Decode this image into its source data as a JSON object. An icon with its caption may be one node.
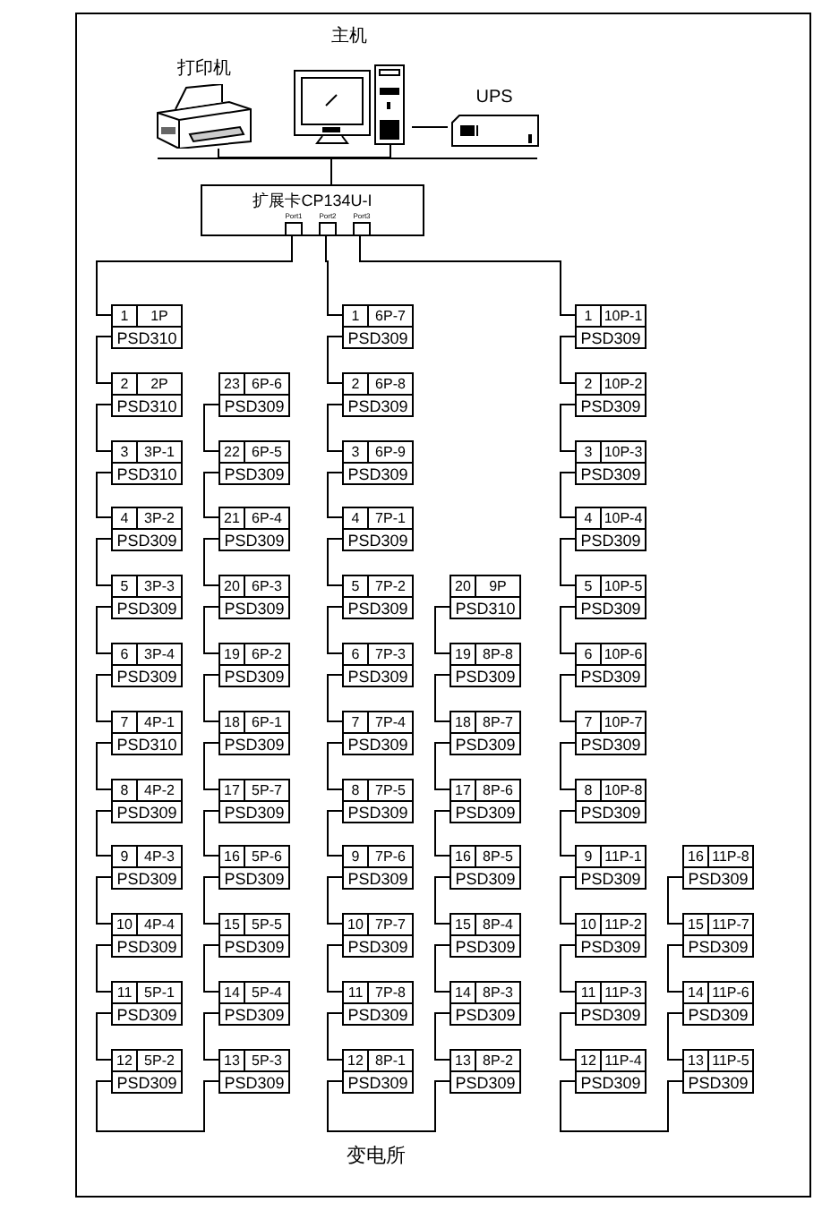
{
  "diagram": {
    "nodes": [
      {
        "text": [
          "打印机"
        ]
      },
      {
        "text": [
          "主机"
        ]
      },
      {
        "text": [
          "UPS"
        ]
      },
      {
        "text": [
          "扩展卡CP134U-I"
        ]
      },
      {
        "text": [
          "Port1"
        ],
        "in": 3
      },
      {
        "text": [
          "Port2"
        ],
        "in": 3
      },
      {
        "text": [
          "Port3"
        ],
        "in": 3
      },
      {
        "text": [
          "1",
          "1P",
          "PSD310"
        ]
      },
      {
        "text": [
          "2",
          "2P",
          "PSD310"
        ]
      },
      {
        "text": [
          "3",
          "3P-1",
          "PSD310"
        ]
      },
      {
        "text": [
          "4",
          "3P-2",
          "PSD309"
        ]
      },
      {
        "text": [
          "5",
          "3P-3",
          "PSD309"
        ]
      },
      {
        "text": [
          "6",
          "3P-4",
          "PSD309"
        ]
      },
      {
        "text": [
          "7",
          "4P-1",
          "PSD310"
        ]
      },
      {
        "text": [
          "8",
          "4P-2",
          "PSD309"
        ]
      },
      {
        "text": [
          "9",
          "4P-3",
          "PSD309"
        ]
      },
      {
        "text": [
          "10",
          "4P-4",
          "PSD309"
        ]
      },
      {
        "text": [
          "11",
          "5P-1",
          "PSD309"
        ]
      },
      {
        "text": [
          "12",
          "5P-2",
          "PSD309"
        ]
      },
      {
        "text": [
          "13",
          "5P-3",
          "PSD309"
        ]
      },
      {
        "text": [
          "14",
          "5P-4",
          "PSD309"
        ]
      },
      {
        "text": [
          "15",
          "5P-5",
          "PSD309"
        ]
      },
      {
        "text": [
          "16",
          "5P-6",
          "PSD309"
        ]
      },
      {
        "text": [
          "17",
          "5P-7",
          "PSD309"
        ]
      },
      {
        "text": [
          "18",
          "6P-1",
          "PSD309"
        ]
      },
      {
        "text": [
          "19",
          "6P-2",
          "PSD309"
        ]
      },
      {
        "text": [
          "20",
          "6P-3",
          "PSD309"
        ]
      },
      {
        "text": [
          "21",
          "6P-4",
          "PSD309"
        ]
      },
      {
        "text": [
          "22",
          "6P-5",
          "PSD309"
        ]
      },
      {
        "text": [
          "23",
          "6P-6",
          "PSD309"
        ]
      },
      {
        "text": [
          "1",
          "6P-7",
          "PSD309"
        ]
      },
      {
        "text": [
          "2",
          "6P-8",
          "PSD309"
        ]
      },
      {
        "text": [
          "3",
          "6P-9",
          "PSD309"
        ]
      },
      {
        "text": [
          "4",
          "7P-1",
          "PSD309"
        ]
      },
      {
        "text": [
          "5",
          "7P-2",
          "PSD309"
        ]
      },
      {
        "text": [
          "6",
          "7P-3",
          "PSD309"
        ]
      },
      {
        "text": [
          "7",
          "7P-4",
          "PSD309"
        ]
      },
      {
        "text": [
          "8",
          "7P-5",
          "PSD309"
        ]
      },
      {
        "text": [
          "9",
          "7P-6",
          "PSD309"
        ]
      },
      {
        "text": [
          "10",
          "7P-7",
          "PSD309"
        ]
      },
      {
        "text": [
          "11",
          "7P-8",
          "PSD309"
        ]
      },
      {
        "text": [
          "12",
          "8P-1",
          "PSD309"
        ]
      },
      {
        "text": [
          "13",
          "8P-2",
          "PSD309"
        ]
      },
      {
        "text": [
          "14",
          "8P-3",
          "PSD309"
        ]
      },
      {
        "text": [
          "15",
          "8P-4",
          "PSD309"
        ]
      },
      {
        "text": [
          "16",
          "8P-5",
          "PSD309"
        ]
      },
      {
        "text": [
          "17",
          "8P-6",
          "PSD309"
        ]
      },
      {
        "text": [
          "18",
          "8P-7",
          "PSD309"
        ]
      },
      {
        "text": [
          "19",
          "8P-8",
          "PSD309"
        ]
      },
      {
        "text": [
          "20",
          "9P",
          "PSD310"
        ]
      },
      {
        "text": [
          "1",
          "10P-1",
          "PSD309"
        ]
      },
      {
        "text": [
          "2",
          "10P-2",
          "PSD309"
        ]
      },
      {
        "text": [
          "3",
          "10P-3",
          "PSD309"
        ]
      },
      {
        "text": [
          "4",
          "10P-4",
          "PSD309"
        ]
      },
      {
        "text": [
          "5",
          "10P-5",
          "PSD309"
        ]
      },
      {
        "text": [
          "6",
          "10P-6",
          "PSD309"
        ]
      },
      {
        "text": [
          "7",
          "10P-7",
          "PSD309"
        ]
      },
      {
        "text": [
          "8",
          "10P-8",
          "PSD309"
        ]
      },
      {
        "text": [
          "9",
          "11P-1",
          "PSD309"
        ]
      },
      {
        "text": [
          "10",
          "11P-2",
          "PSD309"
        ]
      },
      {
        "text": [
          "11",
          "11P-3",
          "PSD309"
        ]
      },
      {
        "text": [
          "12",
          "11P-4",
          "PSD309"
        ]
      },
      {
        "text": [
          "13",
          "11P-5",
          "PSD309"
        ]
      },
      {
        "text": [
          "14",
          "11P-6",
          "PSD309"
        ]
      },
      {
        "text": [
          "15",
          "11P-7",
          "PSD309"
        ]
      },
      {
        "text": [
          "16",
          "11P-8",
          "PSD309"
        ]
      }
    ],
    "edges": [
      {
        "from": 0,
        "to": 3,
        "arrow": "none"
      },
      {
        "from": 1,
        "to": 3,
        "arrow": "none"
      },
      {
        "from": 1,
        "to": 2,
        "arrow": "none"
      },
      {
        "from": 4,
        "to": 7,
        "arrow": "none"
      },
      {
        "from": 5,
        "to": 30,
        "arrow": "none"
      },
      {
        "from": 6,
        "to": 50,
        "arrow": "none"
      },
      {
        "from": 7,
        "to": 8,
        "arrow": "none"
      },
      {
        "from": 8,
        "to": 9,
        "arrow": "none"
      },
      {
        "from": 9,
        "to": 10,
        "arrow": "none"
      },
      {
        "from": 10,
        "to": 11,
        "arrow": "none"
      },
      {
        "from": 11,
        "to": 12,
        "arrow": "none"
      },
      {
        "from": 12,
        "to": 13,
        "arrow": "none"
      },
      {
        "from": 13,
        "to": 14,
        "arrow": "none"
      },
      {
        "from": 14,
        "to": 15,
        "arrow": "none"
      },
      {
        "from": 15,
        "to": 16,
        "arrow": "none"
      },
      {
        "from": 16,
        "to": 17,
        "arrow": "none"
      },
      {
        "from": 17,
        "to": 18,
        "arrow": "none"
      },
      {
        "from": 18,
        "to": 19,
        "arrow": "none"
      },
      {
        "from": 19,
        "to": 20,
        "arrow": "none"
      },
      {
        "from": 20,
        "to": 21,
        "arrow": "none"
      },
      {
        "from": 21,
        "to": 22,
        "arrow": "none"
      },
      {
        "from": 22,
        "to": 23,
        "arrow": "none"
      },
      {
        "from": 23,
        "to": 24,
        "arrow": "none"
      },
      {
        "from": 24,
        "to": 25,
        "arrow": "none"
      },
      {
        "from": 25,
        "to": 26,
        "arrow": "none"
      },
      {
        "from": 26,
        "to": 27,
        "arrow": "none"
      },
      {
        "from": 27,
        "to": 28,
        "arrow": "none"
      },
      {
        "from": 28,
        "to": 29,
        "arrow": "none"
      },
      {
        "from": 30,
        "to": 31,
        "arrow": "none"
      },
      {
        "from": 31,
        "to": 32,
        "arrow": "none"
      },
      {
        "from": 32,
        "to": 33,
        "arrow": "none"
      },
      {
        "from": 33,
        "to": 34,
        "arrow": "none"
      },
      {
        "from": 34,
        "to": 35,
        "arrow": "none"
      },
      {
        "from": 35,
        "to": 36,
        "arrow": "none"
      },
      {
        "from": 36,
        "to": 37,
        "arrow": "none"
      },
      {
        "from": 37,
        "to": 38,
        "arrow": "none"
      },
      {
        "from": 38,
        "to": 39,
        "arrow": "none"
      },
      {
        "from": 39,
        "to": 40,
        "arrow": "none"
      },
      {
        "from": 40,
        "to": 41,
        "arrow": "none"
      },
      {
        "from": 41,
        "to": 42,
        "arrow": "none"
      },
      {
        "from": 42,
        "to": 43,
        "arrow": "none"
      },
      {
        "from": 43,
        "to": 44,
        "arrow": "none"
      },
      {
        "from": 44,
        "to": 45,
        "arrow": "none"
      },
      {
        "from": 45,
        "to": 46,
        "arrow": "none"
      },
      {
        "from": 46,
        "to": 47,
        "arrow": "none"
      },
      {
        "from": 47,
        "to": 48,
        "arrow": "none"
      },
      {
        "from": 48,
        "to": 49,
        "arrow": "none"
      },
      {
        "from": 50,
        "to": 51,
        "arrow": "none"
      },
      {
        "from": 51,
        "to": 52,
        "arrow": "none"
      },
      {
        "from": 52,
        "to": 53,
        "arrow": "none"
      },
      {
        "from": 53,
        "to": 54,
        "arrow": "none"
      },
      {
        "from": 54,
        "to": 55,
        "arrow": "none"
      },
      {
        "from": 55,
        "to": 56,
        "arrow": "none"
      },
      {
        "from": 56,
        "to": 57,
        "arrow": "none"
      },
      {
        "from": 57,
        "to": 58,
        "arrow": "none"
      },
      {
        "from": 58,
        "to": 59,
        "arrow": "none"
      },
      {
        "from": 59,
        "to": 60,
        "arrow": "none"
      },
      {
        "from": 60,
        "to": 61,
        "arrow": "none"
      },
      {
        "from": 61,
        "to": 62,
        "arrow": "none"
      },
      {
        "from": 62,
        "to": 63,
        "arrow": "none"
      },
      {
        "from": 63,
        "to": 64,
        "arrow": "none"
      },
      {
        "from": 64,
        "to": 65,
        "arrow": "none"
      }
    ],
    "labels": [
      "变电所"
    ]
  }
}
